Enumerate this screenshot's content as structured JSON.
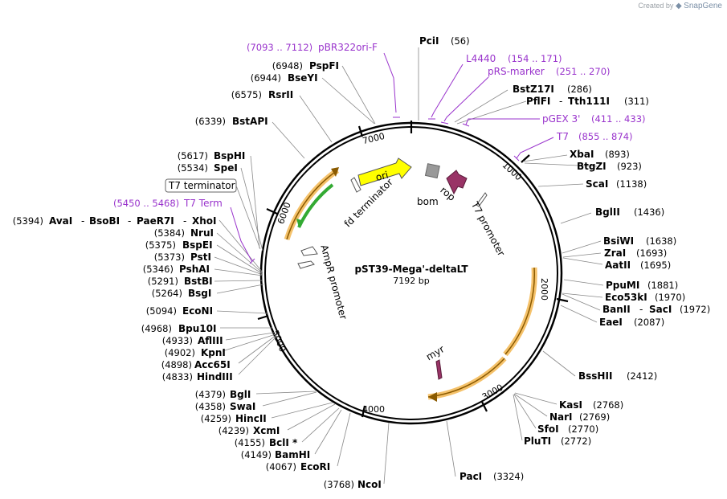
{
  "watermark": {
    "created_by": "Created by",
    "brand": "SnapGene"
  },
  "plasmid": {
    "name": "pST39-Mega'-deltaLT",
    "length": "7192 bp"
  },
  "ticks": [
    "1000",
    "2000",
    "3000",
    "4000",
    "5000",
    "6000",
    "7000"
  ],
  "features": {
    "ori": "ori",
    "fd_terminator": "fd terminator",
    "bom": "bom",
    "rop": "rop",
    "t7_promoter": "T7 promoter",
    "ampr_promoter": "AmpR promoter",
    "myr": "myr",
    "t7_terminator": "T7 terminator"
  },
  "primers": {
    "pbr322": {
      "range": "(7093 .. 7112)",
      "name": "pBR322ori-F"
    },
    "l4440": {
      "name": "L4440",
      "range": "(154 .. 171)"
    },
    "prs": {
      "name": "pRS-marker",
      "range": "(251 .. 270)"
    },
    "pgex": {
      "name": "pGEX 3'",
      "range": "(411 .. 433)"
    },
    "t7": {
      "name": "T7",
      "range": "(855 .. 874)"
    },
    "t7term": {
      "range": "(5450 .. 5468)",
      "name": "T7 Term"
    }
  },
  "sites_right": [
    {
      "name": "PciI",
      "pos": "(56)"
    },
    {
      "name": "BstZ17I",
      "pos": "(286)"
    },
    {
      "name": "PflFI",
      "sep": "-",
      "name2": "Tth111I",
      "pos": "(311)"
    },
    {
      "name": "XbaI",
      "pos": "(893)"
    },
    {
      "name": "BtgZI",
      "pos": "(923)"
    },
    {
      "name": "ScaI",
      "pos": "(1138)"
    },
    {
      "name": "BglII",
      "pos": "(1436)"
    },
    {
      "name": "BsiWI",
      "pos": "(1638)"
    },
    {
      "name": "ZraI",
      "pos": "(1693)"
    },
    {
      "name": "AatII",
      "pos": "(1695)"
    },
    {
      "name": "PpuMI",
      "pos": "(1881)"
    },
    {
      "name": "Eco53kI",
      "pos": "(1970)"
    },
    {
      "name": "BanII",
      "sep": "-",
      "name2": "SacI",
      "pos": "(1972)"
    },
    {
      "name": "EaeI",
      "pos": "(2087)"
    },
    {
      "name": "BssHII",
      "pos": "(2412)"
    },
    {
      "name": "KasI",
      "pos": "(2768)"
    },
    {
      "name": "NarI",
      "pos": "(2769)"
    },
    {
      "name": "SfoI",
      "pos": "(2770)"
    },
    {
      "name": "PluTI",
      "pos": "(2772)"
    },
    {
      "name": "PacI",
      "pos": "(3324)"
    }
  ],
  "sites_left": [
    {
      "name": "NcoI",
      "pos": "(3768)"
    },
    {
      "name": "EcoRI",
      "pos": "(4067)"
    },
    {
      "name": "BamHI",
      "pos": "(4149)"
    },
    {
      "name": "BclI *",
      "pos": "(4155)"
    },
    {
      "name": "XcmI",
      "pos": "(4239)"
    },
    {
      "name": "HincII",
      "pos": "(4259)"
    },
    {
      "name": "SwaI",
      "pos": "(4358)"
    },
    {
      "name": "BglI",
      "pos": "(4379)"
    },
    {
      "name": "HindIII",
      "pos": "(4833)"
    },
    {
      "name": "Acc65I",
      "pos": "(4898)"
    },
    {
      "name": "KpnI",
      "pos": "(4902)"
    },
    {
      "name": "AflIII",
      "pos": "(4933)"
    },
    {
      "name": "Bpu10I",
      "pos": "(4968)"
    },
    {
      "name": "EcoNI",
      "pos": "(5094)"
    },
    {
      "name": "BsgI",
      "pos": "(5264)"
    },
    {
      "name": "BstBI",
      "pos": "(5291)"
    },
    {
      "name": "PshAI",
      "pos": "(5346)"
    },
    {
      "name": "PstI",
      "pos": "(5373)"
    },
    {
      "name": "BspEI",
      "pos": "(5375)"
    },
    {
      "name": "NruI",
      "pos": "(5384)"
    },
    {
      "name": "AvaI",
      "sep": "-",
      "name2": "BsoBI",
      "sep2": "-",
      "name3": "PaeR7I",
      "sep3": "-",
      "name4": "XhoI",
      "pos": "(5394)"
    },
    {
      "name": "SpeI",
      "pos": "(5534)"
    },
    {
      "name": "BspHI",
      "pos": "(5617)"
    },
    {
      "name": "BstAPI",
      "pos": "(6339)"
    },
    {
      "name": "RsrII",
      "pos": "(6575)"
    },
    {
      "name": "BseYI",
      "pos": "(6944)"
    },
    {
      "name": "PspFI",
      "pos": "(6948)"
    }
  ],
  "colors": {
    "primer": "#9933cc",
    "ori": "#ffff00",
    "rop": "#993366",
    "bom": "#999999",
    "orange_arc": "#f5c26b",
    "green_arc": "#33aa33"
  }
}
